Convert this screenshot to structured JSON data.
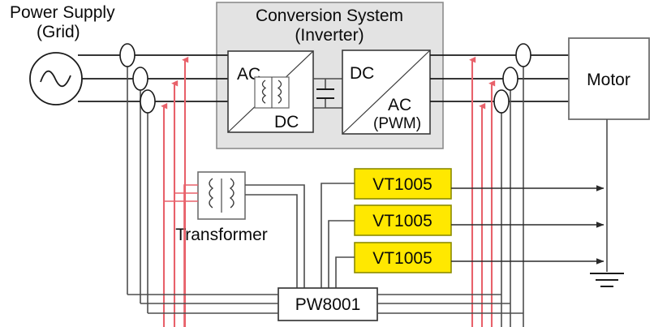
{
  "diagram": {
    "title": "Motor drive system power measurement block diagram",
    "colors": {
      "wire": "#4d4d4d",
      "wire_dark": "#1a1a1a",
      "signal_red": "#e8616a",
      "panel_fill": "#e3e3e3",
      "panel_stroke": "#8c8c8c",
      "vt_fill": "#ffe800",
      "vt_stroke": "#8c8c00",
      "box_fill": "#ffffff",
      "box_stroke": "#6e6e6e",
      "text": "#0a0a0a"
    }
  },
  "labels": {
    "power_supply_line1": "Power Supply",
    "power_supply_line2": "(Grid)",
    "conversion_line1": "Conversion System",
    "conversion_line2": "(Inverter)",
    "converter_in": "AC",
    "converter_out": "DC",
    "inverter_in": "DC",
    "inverter_out": "AC",
    "inverter_mode": "(PWM)",
    "motor": "Motor",
    "transformer": "Transformer",
    "vt_1": "VT1005",
    "vt_2": "VT1005",
    "vt_3": "VT1005",
    "power_analyzer": "PW8001"
  },
  "components": [
    {
      "name": "ac-source",
      "type": "ac-source-symbol",
      "label": ""
    },
    {
      "name": "conversion-system-panel",
      "type": "panel",
      "label": "Conversion System (Inverter)"
    },
    {
      "name": "ac-dc-converter",
      "type": "converter",
      "label": "AC / DC"
    },
    {
      "name": "dc-link-capacitor",
      "type": "capacitor",
      "label": ""
    },
    {
      "name": "dc-ac-inverter",
      "type": "inverter",
      "label": "DC / AC (PWM)"
    },
    {
      "name": "motor",
      "type": "load",
      "label": "Motor"
    },
    {
      "name": "isolation-transformer",
      "type": "transformer",
      "label": "Transformer"
    },
    {
      "name": "voltage-sensor-1",
      "type": "sensor",
      "label": "VT1005"
    },
    {
      "name": "voltage-sensor-2",
      "type": "sensor",
      "label": "VT1005"
    },
    {
      "name": "voltage-sensor-3",
      "type": "sensor",
      "label": "VT1005"
    },
    {
      "name": "power-analyzer",
      "type": "instrument",
      "label": "PW8001"
    },
    {
      "name": "earth-ground",
      "type": "ground-symbol",
      "label": ""
    }
  ],
  "current_probes": {
    "count_input": 3,
    "count_output": 3,
    "symbol": "clamp-on-current-sensor"
  },
  "signal_arrows": {
    "color": "#e8616a",
    "input_count": 3,
    "output_count": 3,
    "meaning": "current probe signal to analyzer"
  }
}
